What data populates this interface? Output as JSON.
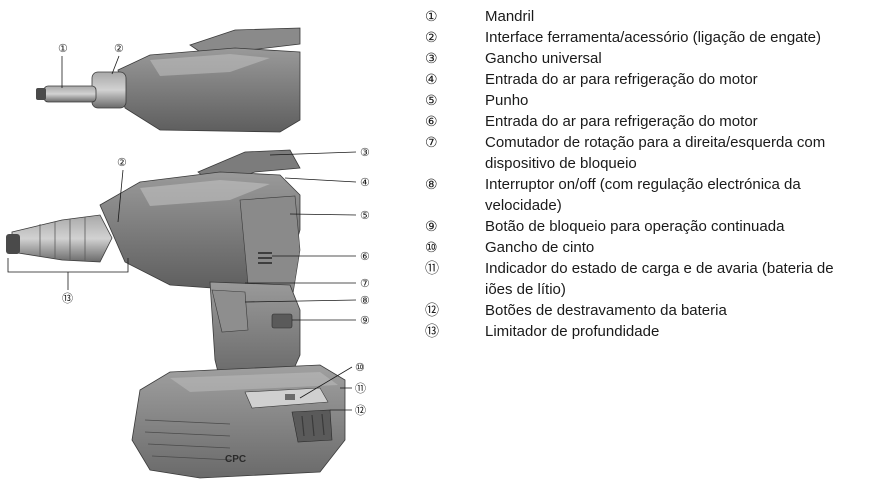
{
  "legend": [
    {
      "num": "①",
      "text": "Mandril"
    },
    {
      "num": "②",
      "text": "Interface ferramenta/acessório (ligação de engate)"
    },
    {
      "num": "③",
      "text": "Gancho universal"
    },
    {
      "num": "④",
      "text": "Entrada do ar para refrigeração do motor"
    },
    {
      "num": "⑤",
      "text": "Punho"
    },
    {
      "num": "⑥",
      "text": "Entrada do ar para refrigeração do motor"
    },
    {
      "num": "⑦",
      "text": "Comutador de rotação para a direita/esquerda com dispositivo de bloqueio"
    },
    {
      "num": "⑧",
      "text": "Interruptor on/off (com regulação electrónica da velocidade)"
    },
    {
      "num": "⑨",
      "text": "Botão de bloqueio para operação continuada"
    },
    {
      "num": "⑩",
      "text": "Gancho de cinto"
    },
    {
      "num": "⑪",
      "text": "Indicador do estado de carga e de avaria (bateria de iões de lítio)"
    },
    {
      "num": "⑫",
      "text": "Botões de destravamento da bateria"
    },
    {
      "num": "⑬",
      "text": "Limitador de profundidade"
    }
  ],
  "callouts": {
    "c1": "①",
    "c2a": "②",
    "c2b": "②",
    "c3": "③",
    "c4": "④",
    "c5": "⑤",
    "c6": "⑥",
    "c7": "⑦",
    "c8": "⑧",
    "c9": "⑨",
    "c10": "⑩",
    "c11": "⑪",
    "c12": "⑫",
    "c13": "⑬"
  },
  "brand_mark": "CPC",
  "colors": {
    "body_dark": "#6e6e6e",
    "body_mid": "#8c8c8c",
    "body_light": "#b4b4b4",
    "outline": "#3a3a3a"
  }
}
